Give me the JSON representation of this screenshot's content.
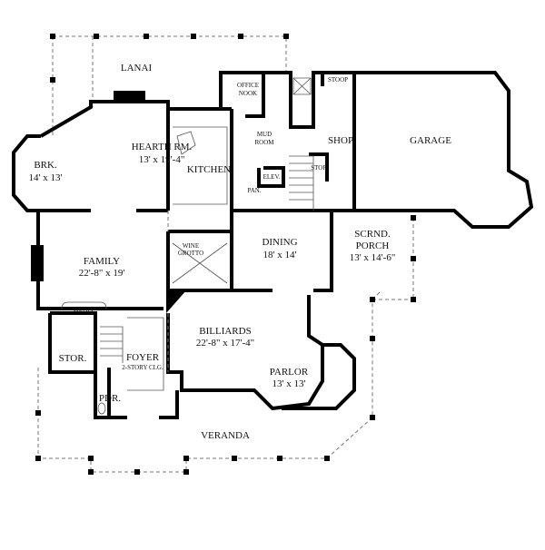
{
  "plan": {
    "rooms": {
      "lanai": {
        "name": "LANAI"
      },
      "hearth": {
        "name": "HEARTH RM.",
        "size": "13' x 19'-4\""
      },
      "brk": {
        "name": "BRK.",
        "size": "14' x 13'"
      },
      "kitchen": {
        "name": "KITCHEN"
      },
      "office": {
        "name1": "OFFICE",
        "name2": "NOOK"
      },
      "mud": {
        "name1": "MUD",
        "name2": "ROOM"
      },
      "stoop": {
        "name": "STOOP"
      },
      "shop": {
        "name": "SHOP"
      },
      "garage": {
        "name": "GARAGE"
      },
      "elev": {
        "name": "ELEV."
      },
      "stor_upper": {
        "name": "STOR."
      },
      "pan": {
        "name": "PAN."
      },
      "family": {
        "name": "FAMILY",
        "size": "22'-8\" x 19'"
      },
      "wine": {
        "name1": "WINE",
        "name2": "GROTTO"
      },
      "dining": {
        "name": "DINING",
        "size": "18' x 14'"
      },
      "porch": {
        "name1": "SCRND.",
        "name2": "PORCH",
        "size": "13' x 14'-6\""
      },
      "media": {
        "name": "MEDIA"
      },
      "stor_lower": {
        "name": "STOR."
      },
      "foyer": {
        "name": "FOYER",
        "note": "2-STORY CLG."
      },
      "billiards": {
        "name": "BILLIARDS",
        "size": "22'-8\" x 17'-4\""
      },
      "parlor": {
        "name": "PARLOR",
        "size": "13' x 13'"
      },
      "pdr": {
        "name": "PDR."
      },
      "veranda": {
        "name": "VERANDA"
      }
    }
  }
}
